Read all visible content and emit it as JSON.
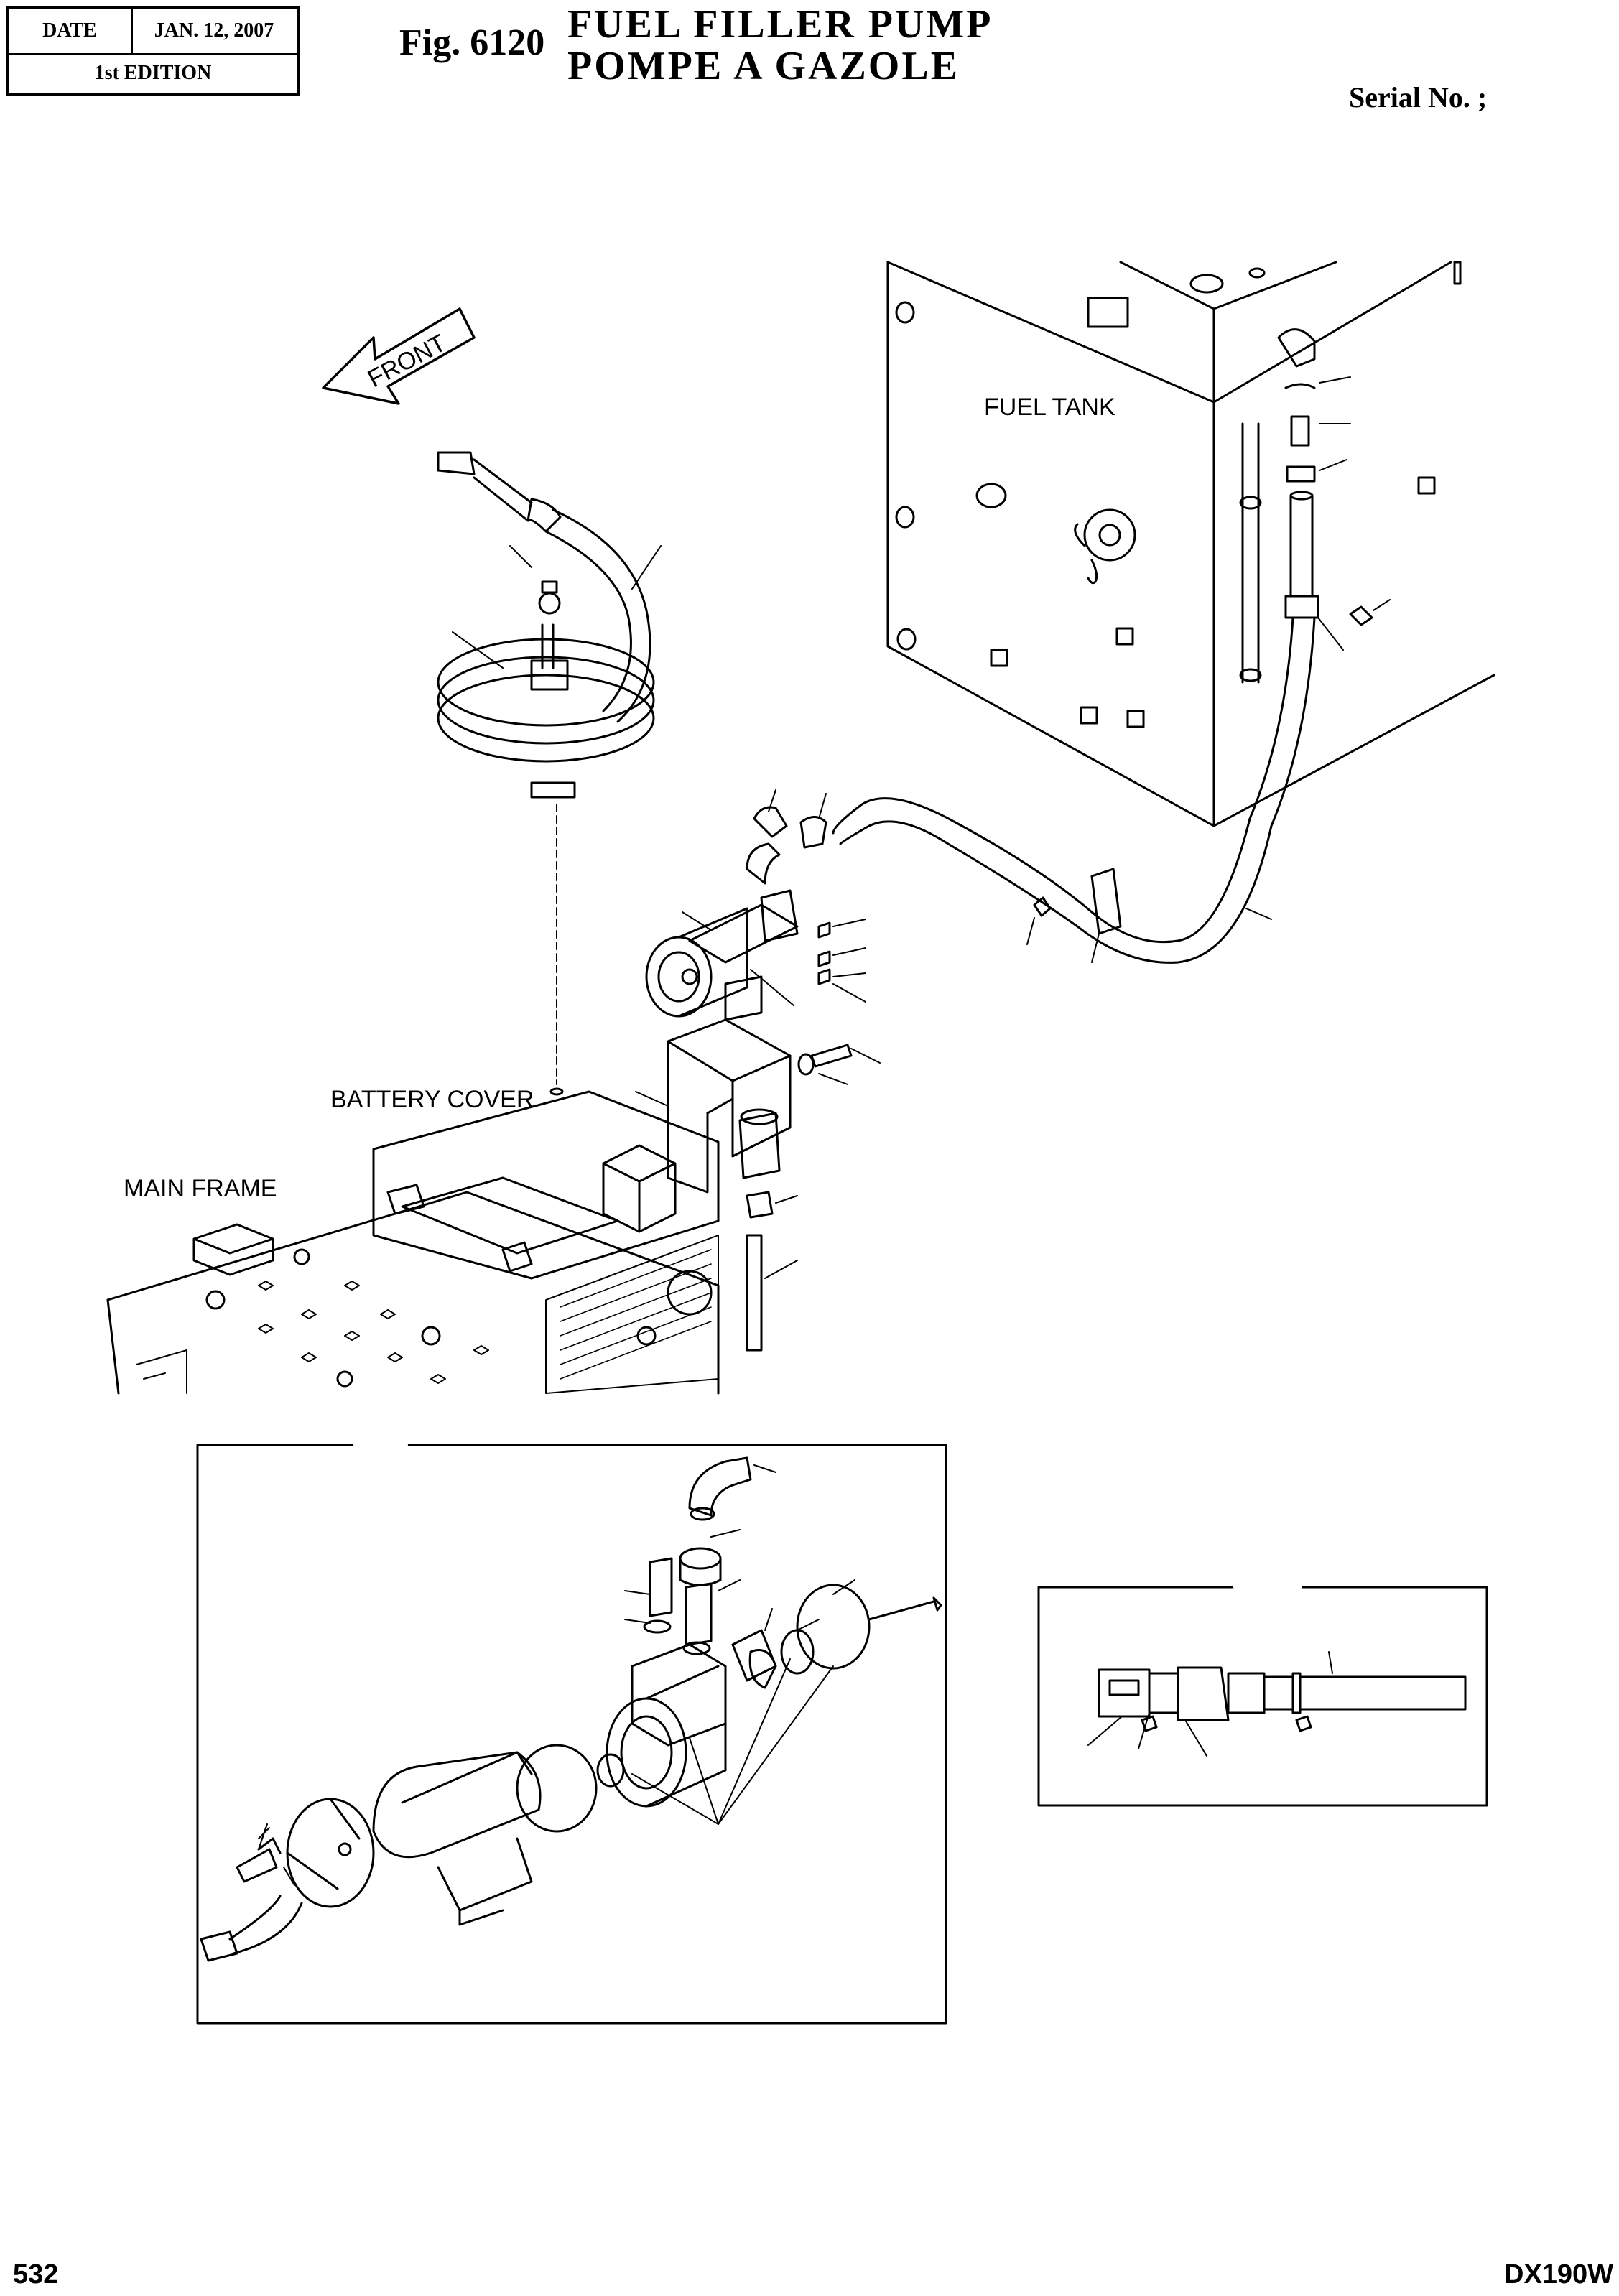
{
  "header": {
    "date_label": "DATE",
    "date_value": "JAN. 12, 2007",
    "edition": "1st EDITION",
    "fig_number": "Fig. 6120",
    "title_en": "FUEL  FILLER  PUMP",
    "title_fr": "POMPE  A  GAZOLE",
    "serial": "Serial No. ;"
  },
  "diagram": {
    "labels": {
      "front": "FRONT",
      "fuel_tank": "FUEL TANK",
      "battery_cover": "BATTERY COVER",
      "main_frame": "MAIN FRAME"
    }
  },
  "footer": {
    "page_number": "532",
    "model": "DX190W"
  }
}
